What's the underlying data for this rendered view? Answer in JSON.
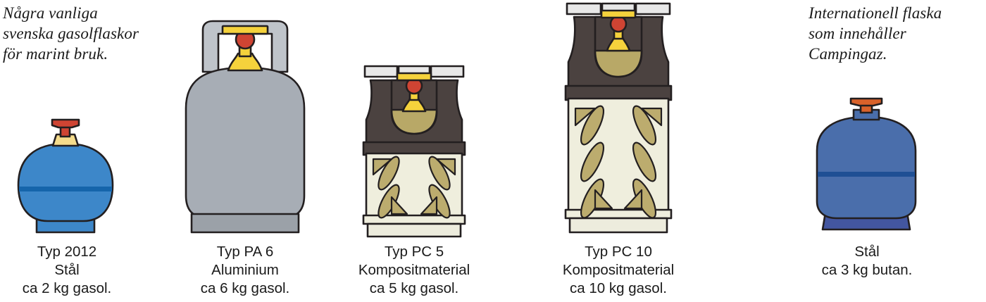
{
  "captions": {
    "left": "Några vanliga\nsvenska gasolflaskor\nför marint bruk.",
    "right": "Internationell flaska\nsom innehåller\nCampingaz."
  },
  "colors": {
    "outline": "#231f20",
    "steel_blue_body": "#3d87c9",
    "steel_blue_band": "#1565ab",
    "campingaz_body": "#4a6eab",
    "campingaz_base": "#4356a0",
    "campingaz_band": "#1f4f94",
    "valve_red": "#cf4433",
    "valve_orange": "#d9622a",
    "valve_yellow": "#f5d23c",
    "collar_yellow": "#f5dc8c",
    "aluminium_body": "#a7adb5",
    "aluminium_guard": "#bfc4ca",
    "aluminium_base": "#9ba1a8",
    "composite_shroud": "#4b4240",
    "composite_cap": "#e8e8e8",
    "composite_body": "#efeedd",
    "composite_window": "#bcac6e",
    "composite_dome": "#b8a867"
  },
  "bottles": [
    {
      "id": "typ-2012",
      "name": "typ-2012-steel-bottle",
      "label": "Typ 2012\nStål\nca 2 kg gasol.",
      "type_line": "Typ 2012",
      "material": "Stål",
      "capacity": "ca 2 kg gasol.",
      "valve_color": "red",
      "body_color": "steel blue"
    },
    {
      "id": "typ-pa-6",
      "name": "typ-pa-6-aluminium-bottle",
      "label": "Typ PA 6\nAluminium\nca 6 kg gasol.",
      "type_line": "Typ PA 6",
      "material": "Aluminium",
      "capacity": "ca 6 kg gasol.",
      "valve_color": "yellow/red",
      "body_color": "aluminium grey"
    },
    {
      "id": "typ-pc-5",
      "name": "typ-pc-5-composite-bottle",
      "label": "Typ PC 5\nKompositmaterial\nca 5 kg gasol.",
      "type_line": "Typ PC 5",
      "material": "Kompositmaterial",
      "capacity": "ca 5 kg gasol.",
      "valve_color": "yellow/red",
      "body_color": "cream composite",
      "window_rows": 2
    },
    {
      "id": "typ-pc-10",
      "name": "typ-pc-10-composite-bottle",
      "label": "Typ PC 10\nKompositmaterial\nca 10 kg gasol.",
      "type_line": "Typ PC 10",
      "material": "Kompositmaterial",
      "capacity": "ca 10 kg gasol.",
      "valve_color": "yellow/red",
      "body_color": "cream composite",
      "window_rows": 3
    },
    {
      "id": "campingaz",
      "name": "campingaz-steel-bottle",
      "label": "Stål\nca 3 kg butan.",
      "type_line": "",
      "material": "Stål",
      "capacity": "ca 3 kg butan.",
      "valve_color": "orange",
      "body_color": "indigo blue"
    }
  ]
}
